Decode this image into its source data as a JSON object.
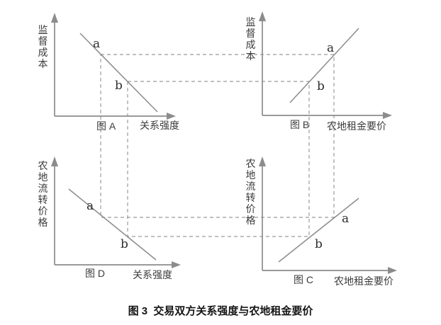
{
  "figure": {
    "caption": "图 3  交易双方关系强度与农地租金要价"
  },
  "point_labels": {
    "a": "a",
    "b": "b"
  },
  "graphs": [
    {
      "id": "A",
      "title": "图 A",
      "x_axis_label": "关系强度",
      "y_axis_label": "监督成本",
      "trend": "decreasing",
      "points": [
        "a",
        "b"
      ]
    },
    {
      "id": "B",
      "title": "图 B",
      "x_axis_label": "农地租金要价",
      "y_axis_label": "监督成本",
      "trend": "increasing",
      "points": [
        "a",
        "b"
      ]
    },
    {
      "id": "D",
      "title": "图 D",
      "x_axis_label": "关系强度",
      "y_axis_label": "农地流转价格",
      "trend": "decreasing",
      "points": [
        "a",
        "b"
      ]
    },
    {
      "id": "C",
      "title": "图 C",
      "x_axis_label": "农地租金要价",
      "y_axis_label": "农地流转价格",
      "trend": "increasing",
      "points": [
        "a",
        "b"
      ]
    }
  ],
  "connectors": [
    {
      "label": "a",
      "links": "A-B-C-D"
    },
    {
      "label": "b",
      "links": "A-B-C-D"
    }
  ],
  "colors": {
    "background": "#ffffff",
    "line": "#8c8c8c",
    "dash": "#9b9b9b",
    "text": "#3c3c3c",
    "caption_text": "#141414"
  }
}
